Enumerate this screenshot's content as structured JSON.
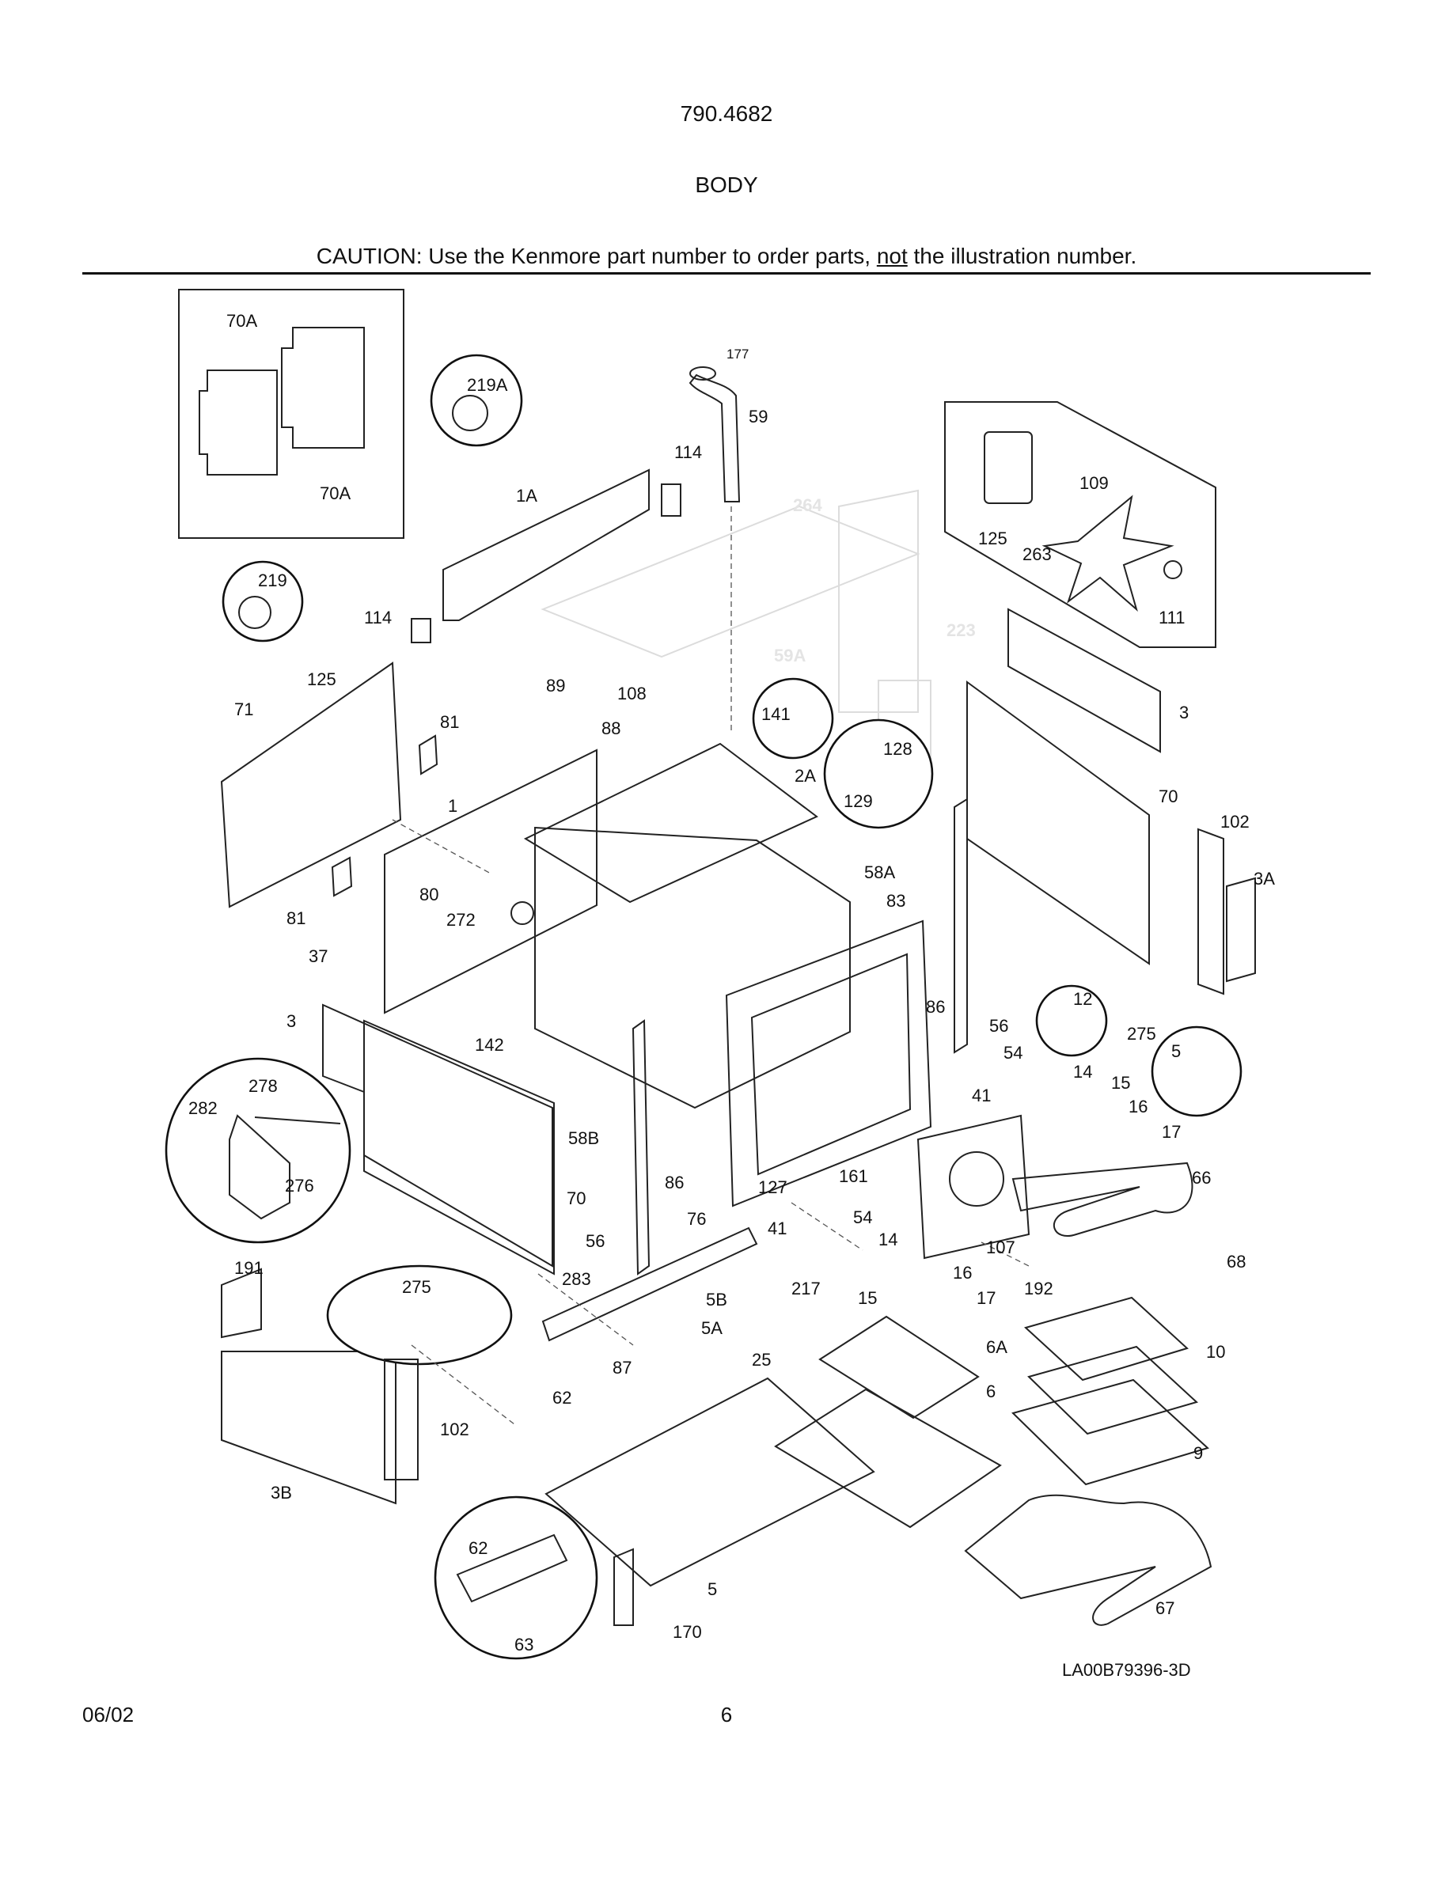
{
  "header": {
    "model": "790.4682",
    "section": "BODY",
    "caution_prefix": "CAUTION: Use the Kenmore part number to order parts, ",
    "caution_emph": "not",
    "caution_suffix": " the illustration number."
  },
  "callouts": {
    "c70A_top": "70A",
    "c70A_bot": "70A",
    "c219A": "219A",
    "c219": "219",
    "c177": "177",
    "c59": "59",
    "c114_top": "114",
    "c114_left": "114",
    "c1A": "1A",
    "c264": "264",
    "c223": "223",
    "c59A": "59A",
    "c125_motor": "125",
    "c109": "109",
    "c263": "263",
    "c111": "111",
    "c125_panel": "125",
    "c71": "71",
    "c81_top": "81",
    "c89": "89",
    "c108": "108",
    "c88": "88",
    "c141": "141",
    "c128": "128",
    "c129": "129",
    "c2A": "2A",
    "c1": "1",
    "c80": "80",
    "c81_bot": "81",
    "c272": "272",
    "c37": "37",
    "c58A": "58A",
    "c83": "83",
    "c3_right": "3",
    "c70_right": "70",
    "c102_right": "102",
    "c3A": "3A",
    "c12": "12",
    "c86_right": "86",
    "c56_right": "56",
    "c275_right": "275",
    "c5_detail": "5",
    "c54_top": "54",
    "c14_top": "14",
    "c15_top": "15",
    "c16_top": "16",
    "c17_top": "17",
    "c41_right": "41",
    "c3_left": "3",
    "c142": "142",
    "c278": "278",
    "c282": "282",
    "c276": "276",
    "c58B": "58B",
    "c70_left": "70",
    "c86_left": "86",
    "c127": "127",
    "c161": "161",
    "c76": "76",
    "c41_bot": "41",
    "c56_left": "56",
    "c66": "66",
    "c107": "107",
    "c54_bot": "54",
    "c14_bot": "14",
    "c16_bot": "16",
    "c15_bot": "15",
    "c17_bot": "17",
    "c68": "68",
    "c191": "191",
    "c275_left": "275",
    "c283": "283",
    "c217": "217",
    "c5B": "5B",
    "c5A": "5A",
    "c192": "192",
    "c10": "10",
    "c6A": "6A",
    "c25": "25",
    "c87": "87",
    "c62_top": "62",
    "c6": "6",
    "c102_left": "102",
    "c9": "9",
    "c3B": "3B",
    "c62_detail": "62",
    "c63": "63",
    "c5_bot": "5",
    "c170": "170",
    "c67": "67"
  },
  "footer": {
    "drawing_code": "LA00B79396-3D",
    "date": "06/02",
    "page": "6"
  }
}
